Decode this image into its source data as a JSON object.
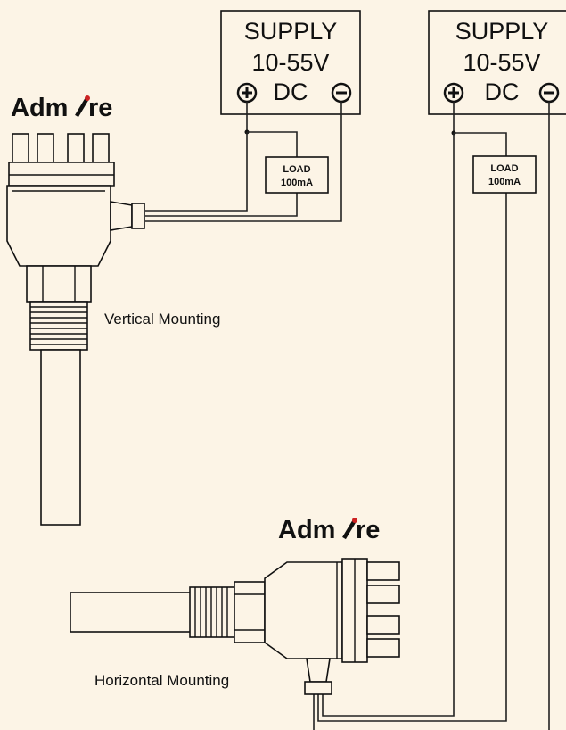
{
  "supply_left": {
    "line1": "SUPPLY",
    "line2": "10-55V",
    "line3": "DC"
  },
  "supply_right": {
    "line1": "SUPPLY",
    "line2": "10-55V",
    "line3": "DC"
  },
  "load_left": {
    "line1": "LOAD",
    "line2": "100mA"
  },
  "load_right": {
    "line1": "LOAD",
    "line2": "100mA"
  },
  "brand_top": {
    "pre": "Adm",
    "post": "re"
  },
  "brand_bottom": {
    "pre": "Adm",
    "post": "re"
  },
  "labels": {
    "vertical": "Vertical Mounting",
    "horizontal": "Horizontal Mounting"
  },
  "colors": {
    "background": "#fcf4e6",
    "line": "#111111",
    "accent": "#cc2222"
  },
  "icons": [
    "plus-terminal-icon",
    "minus-terminal-icon",
    "brand-slash-icon"
  ]
}
